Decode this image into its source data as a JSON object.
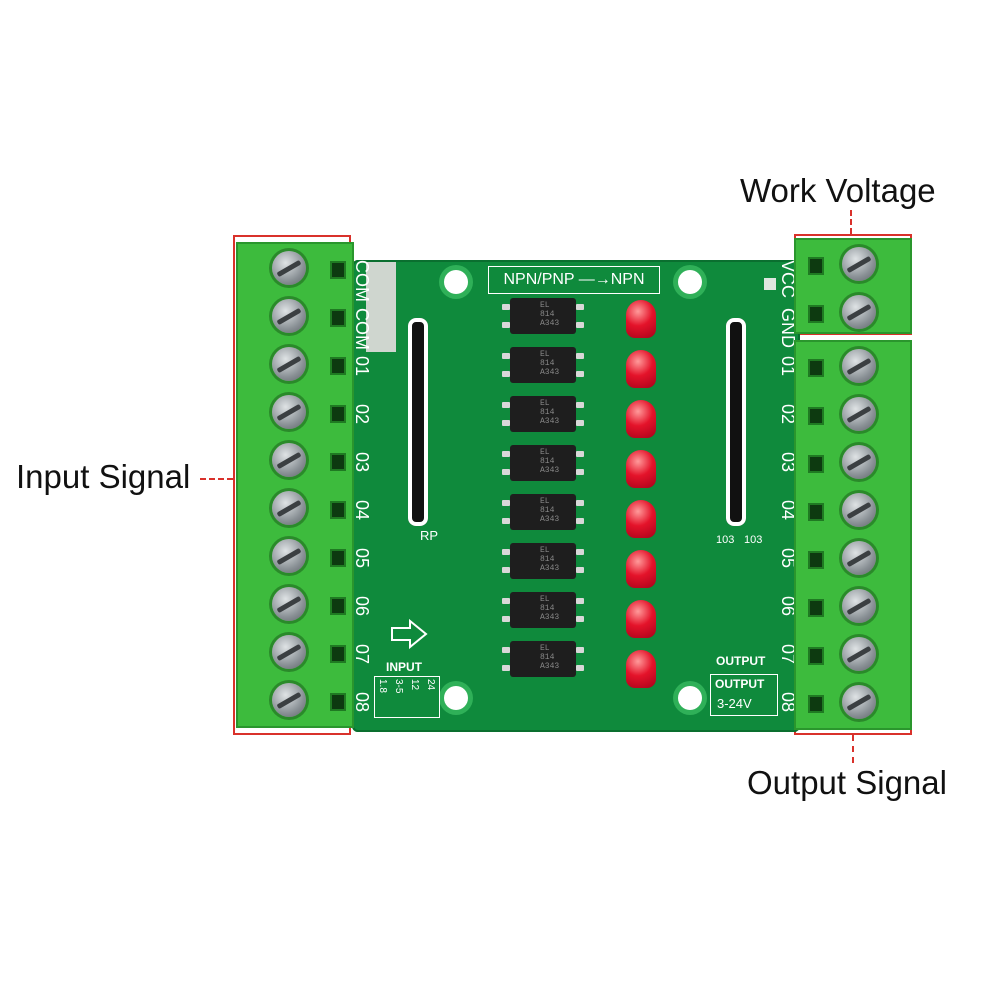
{
  "callouts": {
    "work_voltage": "Work Voltage",
    "input_signal": "Input Signal",
    "output_signal": "Output Signal"
  },
  "board": {
    "header": "NPN/PNP —→NPN",
    "input_pins": [
      "COM",
      "COM",
      "01",
      "02",
      "03",
      "04",
      "05",
      "06",
      "07",
      "08"
    ],
    "output_pins": [
      "VCC",
      "GND",
      "01",
      "02",
      "03",
      "04",
      "05",
      "06",
      "07",
      "08"
    ],
    "chip_marking": [
      "EL",
      "814",
      "A343"
    ],
    "rp_label": "RP",
    "res_labels": [
      "103",
      "103"
    ],
    "input_label": "INPUT",
    "input_voltages": [
      "1.8",
      "3-5",
      "12",
      "24"
    ],
    "output_label": "OUTPUT",
    "output_box_label": "OUTPUT",
    "output_voltage": "3-24V"
  },
  "colors": {
    "pcb": "#0f8a3c",
    "terminal": "#3dbb3d",
    "callout_red": "#d9312b",
    "led": "#e4132a"
  }
}
